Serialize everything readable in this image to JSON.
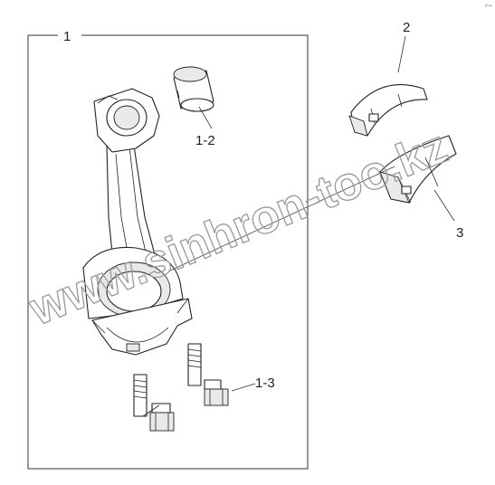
{
  "diagram": {
    "labels": {
      "assembly": "1",
      "bearing_upper": "2",
      "bearing_lower": "3",
      "bushing": "1-2",
      "bolts": "1-3"
    },
    "watermark": "www.sinhron-too.kz",
    "corner_mark": "⌐–"
  }
}
